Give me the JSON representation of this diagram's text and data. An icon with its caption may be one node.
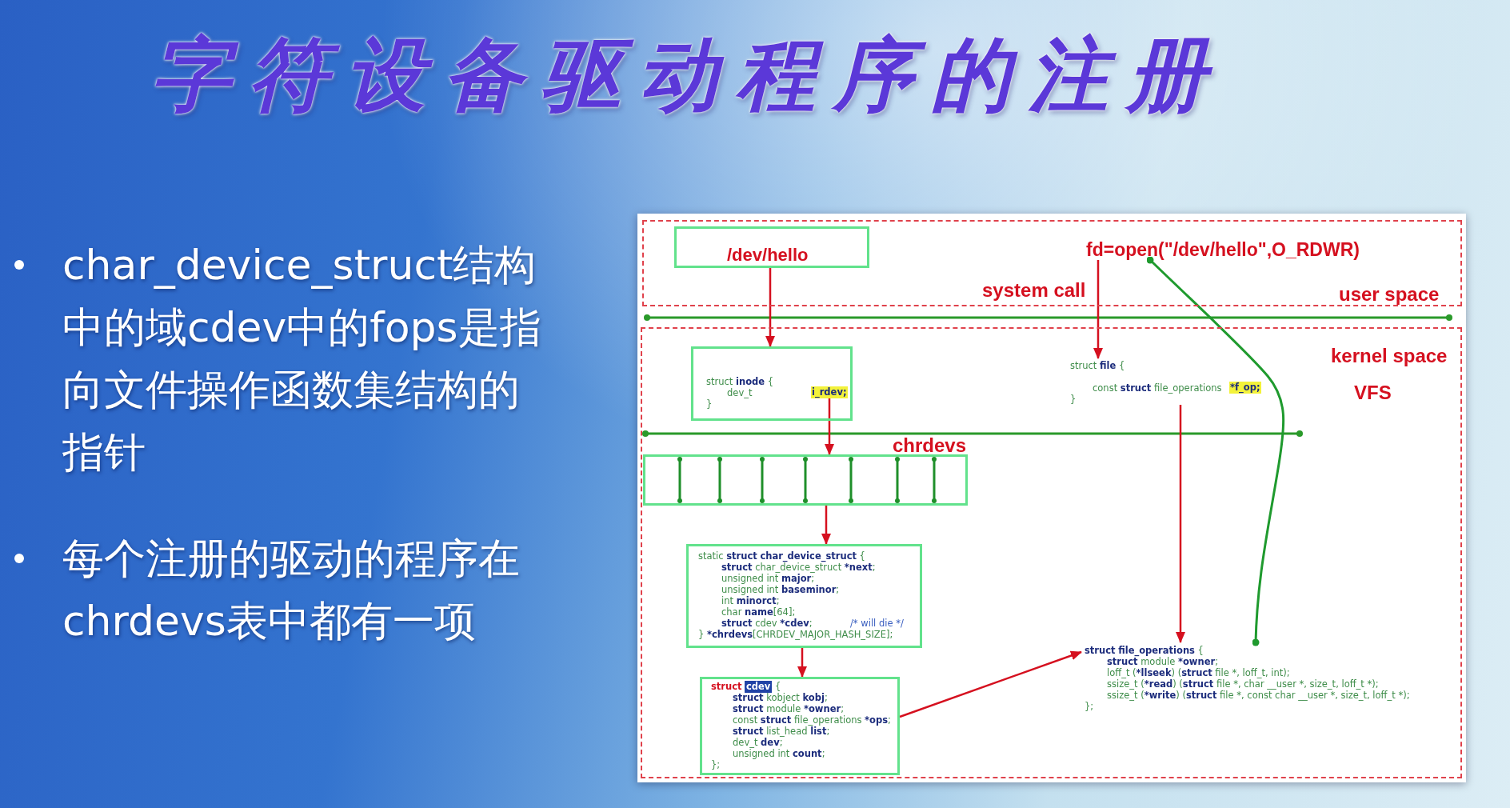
{
  "diagram": {
    "title": "字符设备驱动程序的注册",
    "nodes": [
      {
        "text": [
          "user space"
        ]
      },
      {
        "text": [
          "/dev/hello"
        ],
        "in": 0
      },
      {
        "text": [
          "fd=open(\"/dev/hello\",O_RDWR)"
        ],
        "in": 0
      },
      {
        "text": [
          "kernel space",
          "VFS"
        ]
      },
      {
        "text": [
          "struct **inode** {",
          "dev_t",
          "}"
        ],
        "in": 3
      },
      {
        "text": [
          "i_rdev;"
        ],
        "in": 4
      },
      {
        "text": [
          "struct **file** {",
          "const **struct** file_operations",
          "}"
        ],
        "in": 3
      },
      {
        "text": [
          "*f_op;"
        ],
        "in": 6
      },
      {
        "text": [
          "chrdevs"
        ],
        "in": 3
      },
      {
        "text": [
          "static **struct** **char_device_struct** {",
          "**struct** char_device_struct ***next**;",
          "unsigned int **major**;",
          "unsigned int **baseminor**;",
          "int **minorct**;",
          "char **name**[64];",
          "**struct** cdev ***cdev**;",
          "/* will die */",
          "} ***chrdevs**[CHRDEV_MAJOR_HASH_SIZE];"
        ],
        "in": 3
      },
      {
        "text": [
          "struct",
          "{",
          "**struct** kobject **kobj**;",
          "**struct** module ***owner**;",
          "const **struct** file_operations ***ops**;",
          "**struct** list_head **list**;",
          "dev_t **dev**;",
          "unsigned int **count**;",
          "};"
        ],
        "in": 3
      },
      {
        "text": [
          "cdev"
        ],
        "in": 10
      },
      {
        "text": [
          "**struct** **file_operations** {",
          "**struct** module ***owner**;",
          "loff_t (***llseek**) (**struct** file *, loff_t, int);",
          "ssize_t (***read**) (**struct** file *, char __user *, size_t, loff_t *);",
          "ssize_t (***write**) (**struct** file *, const char __user *, size_t, loff_t *);",
          "};"
        ],
        "in": 3
      }
    ],
    "edges": [
      {
        "from": 1,
        "to": 4,
        "arrow": "to"
      },
      {
        "from": 2,
        "to": 6,
        "arrow": "to",
        "label": "system call"
      },
      {
        "from": 5,
        "to": 8,
        "arrow": "to"
      },
      {
        "from": 8,
        "to": 9,
        "arrow": "to"
      },
      {
        "from": 9,
        "to": 10,
        "arrow": "to"
      },
      {
        "from": 10,
        "to": 12,
        "arrow": "to"
      },
      {
        "from": 6,
        "to": 12,
        "arrow": "to"
      },
      {
        "from": 2,
        "to": 12,
        "arrow": "other",
        "color": "#1f9a2e"
      }
    ],
    "labels": [
      "char_device_struct结构中的域cdev中的fops是指向文件操作函数集结构的指针",
      "每个注册的驱动的程序在chrdevs表中都有一项"
    ]
  }
}
